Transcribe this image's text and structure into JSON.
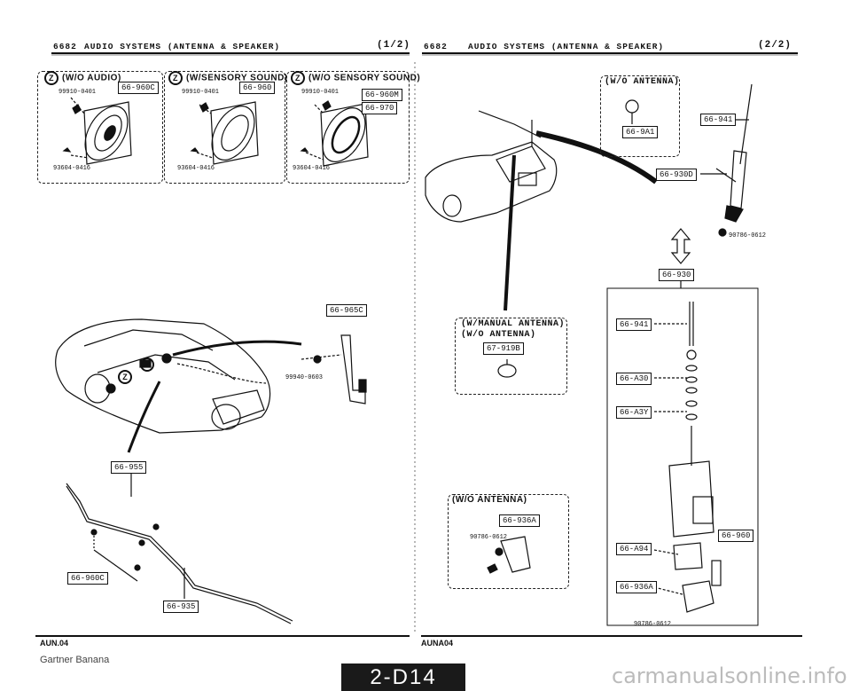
{
  "left_header": {
    "code": "6682",
    "title": "AUDIO SYSTEMS (ANTENNA & SPEAKER)",
    "page": "(1/2)"
  },
  "right_header": {
    "code": "6682",
    "title": "AUDIO SYSTEMS (ANTENNA & SPEAKER)",
    "page": "(2/2)"
  },
  "speaker_boxes": [
    {
      "caption": "(W/O AUDIO)",
      "code": "66-960C",
      "part_top": "99910-0401",
      "part_bottom": "93604-0416"
    },
    {
      "caption": "(W/SENSORY SOUND)",
      "code": "66-960",
      "part_top": "99910-0401",
      "part_bottom": "93604-0416"
    },
    {
      "caption": "(W/O SENSORY SOUND)",
      "code": "66-960M",
      "code2": "66-970",
      "part_top": "99910-0401",
      "part_bottom": "93604-0416"
    }
  ],
  "zone_symbol": "Z",
  "left_codes": {
    "bracket": "66-965C",
    "bracket_part": "99940-0603",
    "cable": "66-955",
    "clamp": "66-960C",
    "rod": "66-935"
  },
  "right_top_box": {
    "caption": "(W/O ANTENNA)",
    "code": "66-9A1"
  },
  "right_codes": {
    "antenna": "66-941",
    "motor": "66-930D",
    "nut_part": "90786-0612"
  },
  "manual_box": {
    "caption1": "(W/MANUAL ANTENNA)",
    "caption2": "(W/O ANTENNA)",
    "code": "67-919B"
  },
  "wo_antenna_box": {
    "caption": "(W/O ANTENNA)",
    "code": "66-936A",
    "part": "90786-0612"
  },
  "assembly": {
    "title_code": "66-930",
    "parts": [
      "66-941",
      "66-A30",
      "66-A3Y",
      "66-A94",
      "66-960",
      "66-936A"
    ],
    "bottom_part": "90786-0612"
  },
  "footer": {
    "left_code": "AUN.04",
    "right_code": "AUNA04",
    "watermark_left": "Gartner Banana",
    "page_number": "2-D14",
    "site": "carmanualsonline.info"
  }
}
